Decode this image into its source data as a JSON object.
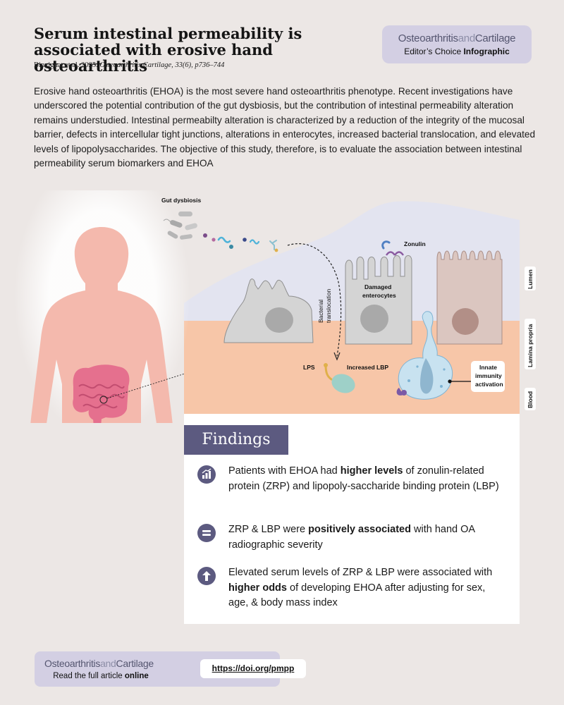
{
  "header": {
    "title": "Serum intestinal permeability is associated with erosive hand osteoarthritis",
    "citation_authors": "Binvignat et al. 2025.",
    "citation_journal": "Osteoarthritis Cartilage, 33(6), p736–744"
  },
  "badge_top": {
    "journal_a": "Osteoarthritis",
    "journal_b": "and",
    "journal_c": "Cartilage",
    "subtitle_prefix": "Editor’s Choice",
    "subtitle_bold": "Infographic"
  },
  "intro": "Erosive hand osteoarthritis (EHOA) is the most severe hand osteoarthritis phenotype. Recent investigations have underscored the potential contribution of the gut dysbiosis, but the contribution of intestinal permeability alteration remains understudied. Intestinal permeabilty alteration is characterized by a reduction of the integrity of the mucosal barrier, defects in intercellular tight junctions, alterations in enterocytes, increased bacterial translocation, and elevated levels of lipopolysaccharides. The objective of this study, therefore, is to evaluate the association between intestinal permeability serum biomarkers and EHOA",
  "diagram": {
    "gut_dysbiosis": "Gut dysbiosis",
    "zonulin": "Zonulin",
    "damaged_1": "Damaged",
    "damaged_2": "enterocytes",
    "bact_1": "Bacterial",
    "bact_2": "translocation",
    "lps": "LPS",
    "increased_lbp": "Increased LBP",
    "innate_1": "Innate",
    "innate_2": "immunity",
    "innate_3": "activation",
    "layer_lumen": "Lumen",
    "layer_lamina": "Lamina propria",
    "layer_blood": "Blood"
  },
  "findings": {
    "heading": "Findings",
    "items": [
      {
        "icon": "bar-chart-up-icon",
        "a": "Patients with EHOA had ",
        "b": "higher levels",
        "c": " of zonulin-related protein (ZRP) and lipopoly-saccharide binding protein (LBP)"
      },
      {
        "icon": "equals-icon",
        "a": "ZRP & LBP were ",
        "b": "positively associated",
        "c": " with hand OA radiographic severity"
      },
      {
        "icon": "arrow-up-icon",
        "a": "Elevated serum levels of ZRP & LBP were associated with ",
        "b": "higher odds",
        "c": " of developing EHOA after adjusting for sex, age, & body mass index"
      }
    ]
  },
  "badge_bottom": {
    "journal_a": "Osteoarthritis",
    "journal_b": "and",
    "journal_c": "Cartilage",
    "read_prefix": "Read the full article",
    "read_bold": "online",
    "doi": "https://doi.org/pmpp"
  },
  "colors": {
    "purple": "#5c5a80",
    "lavender": "#d3cfe3",
    "tissue": "#f7c6a8",
    "lumen": "#e3e4f0",
    "body": "#f4b9ad",
    "intestine": "#e5708e"
  }
}
